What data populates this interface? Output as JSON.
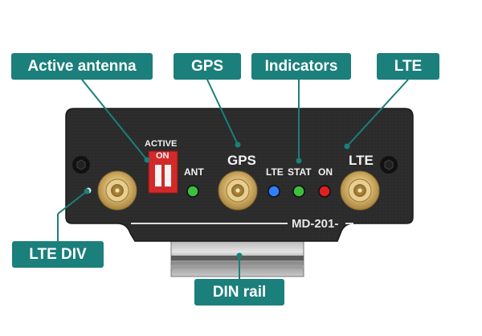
{
  "callouts": {
    "active_antenna": "Active antenna",
    "gps": "GPS",
    "indicators": "Indicators",
    "lte": "LTE",
    "lte_div": "LTE DIV",
    "din_rail": "DIN rail"
  },
  "device": {
    "model": "MD-201",
    "switch": {
      "label": "ACTIVE",
      "state_label": "ON"
    },
    "ports": {
      "gps": "GPS",
      "lte": "LTE"
    },
    "leds": [
      {
        "label": "ANT",
        "color": "#3fbf3f"
      },
      {
        "label": "LTE",
        "color": "#2f7fff"
      },
      {
        "label": "STAT",
        "color": "#3fbf3f"
      },
      {
        "label": "ON",
        "color": "#e02020"
      }
    ]
  },
  "colors": {
    "callout_bg": "#1b7f7b",
    "panel": "#2b2b2b",
    "connector_gold": "#d9b978"
  }
}
